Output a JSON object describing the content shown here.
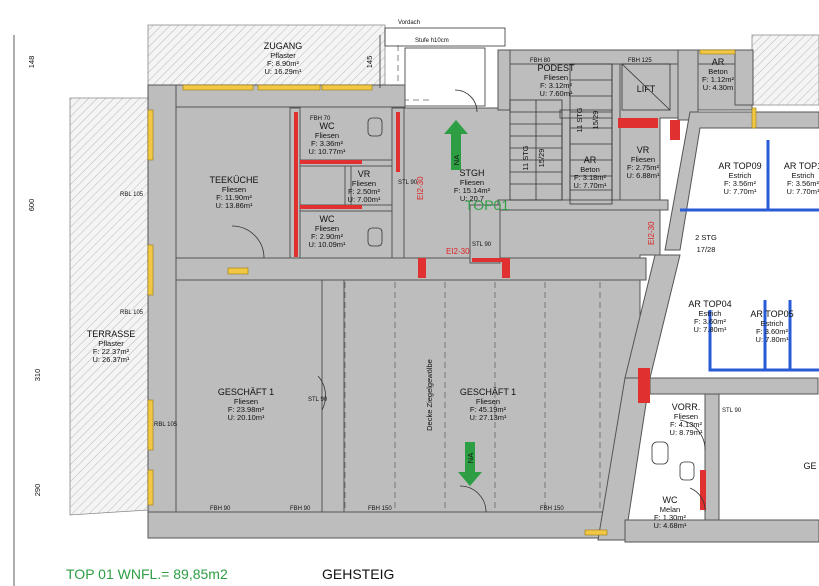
{
  "footer": {
    "wnfl": "TOP 01 WNFL.= 89,85m2",
    "street": "GEHSTEIG"
  },
  "top_label": "TOP01",
  "labels": {
    "vordach": "Vordach",
    "stufe": "Stufe h10cm",
    "dim_148": "148",
    "dim_145": "145",
    "dim_600": "600",
    "dim_310": "310",
    "dim_290": "290",
    "ziegel": "Decke Ziegelgewölbe",
    "ei_1": "EI2-30",
    "ei_2": "EI2-30",
    "ei_3": "EI2-30",
    "na_1": "NA",
    "na_2": "NA",
    "stg_11": "11 STG",
    "stg_15": "15/29",
    "stg_2": "2 STG",
    "stg_17": "17/28",
    "lift": "LIFT"
  },
  "rooms": {
    "zugang": {
      "name": "ZUGANG",
      "mat": "Pflaster",
      "f": "F: 8.90m²",
      "u": "U: 16.29m¹"
    },
    "teekueche": {
      "name": "TEEKÜCHE",
      "mat": "Fliesen",
      "f": "F: 11.90m²",
      "u": "U: 13.86m¹"
    },
    "wc1": {
      "name": "WC",
      "mat": "Fliesen",
      "f": "F: 3.36m²",
      "u": "U: 10.77m¹"
    },
    "vr1": {
      "name": "VR",
      "mat": "Fliesen",
      "f": "F: 2.50m²",
      "u": "U: 7.00m¹"
    },
    "wc2": {
      "name": "WC",
      "mat": "Fliesen",
      "f": "F: 2.90m²",
      "u": "U: 10.09m¹"
    },
    "stgh": {
      "name": "STGH",
      "mat": "Fliesen",
      "f": "F: 15.14m²",
      "u": "U: 20.7"
    },
    "podest": {
      "name": "PODEST",
      "mat": "Fliesen",
      "f": "F: 3.12m²",
      "u": "U: 7.60m¹"
    },
    "ar1": {
      "name": "AR",
      "mat": "Beton",
      "f": "F: 3.18m²",
      "u": "U: 7.70m¹"
    },
    "vr2": {
      "name": "VR",
      "mat": "Fliesen",
      "f": "F: 2.75m²",
      "u": "U: 6.88m¹"
    },
    "ar_top": {
      "name": "AR",
      "mat": "Beton",
      "f": "F: 1.12m²",
      "u": "U: 4.30m"
    },
    "ar_top09": {
      "name": "AR TOP09",
      "mat": "Estrich",
      "f": "F: 3.56m²",
      "u": "U: 7.70m¹"
    },
    "ar_top1x": {
      "name": "AR TOP1",
      "mat": "Estrich",
      "f": "F: 3.56m²",
      "u": "U: 7.70m¹"
    },
    "ar_top04": {
      "name": "AR TOP04",
      "mat": "Estrich",
      "f": "F: 3.60m²",
      "u": "U: 7.80m¹"
    },
    "ar_top05": {
      "name": "AR TOP05",
      "mat": "Estrich",
      "f": "F: 3.60m²",
      "u": "U: 7.80m¹"
    },
    "terrasse": {
      "name": "TERRASSE",
      "mat": "Pflaster",
      "f": "F: 22.37m²",
      "u": "U: 26.37m¹"
    },
    "geschaeft1a": {
      "name": "GESCHÄFT 1",
      "mat": "Fliesen",
      "f": "F: 23.98m²",
      "u": "U: 20.10m¹"
    },
    "geschaeft1b": {
      "name": "GESCHÄFT 1",
      "mat": "Fliesen",
      "f": "F: 45.19m²",
      "u": "U: 27.13m¹"
    },
    "vorr": {
      "name": "VORR.",
      "mat": "Fliesen",
      "f": "F: 4.13m²",
      "u": "U: 8.79m¹"
    },
    "wc3": {
      "name": "WC",
      "mat": "Melan",
      "f": "F: 1.30m²",
      "u": "U: 4.68m¹"
    },
    "ge": {
      "name": "GE"
    }
  },
  "tags": {
    "fbh90_a": "FBH 90",
    "fbh90_b": "FBH 90",
    "fbh150_a": "FBH 150",
    "fbh150_b": "FBH 150",
    "fbh125": "FBH 125",
    "fbh80": "FBH 80",
    "fbh70": "FBH 70",
    "rbl105_a": "RBL 105",
    "rbl105_b": "RBL 105",
    "rbl105_c": "RBL 105",
    "stl90_a": "STL 90",
    "stl90_b": "STL 90",
    "stl90_c": "STL 90",
    "stl90_d": "STL 90"
  }
}
